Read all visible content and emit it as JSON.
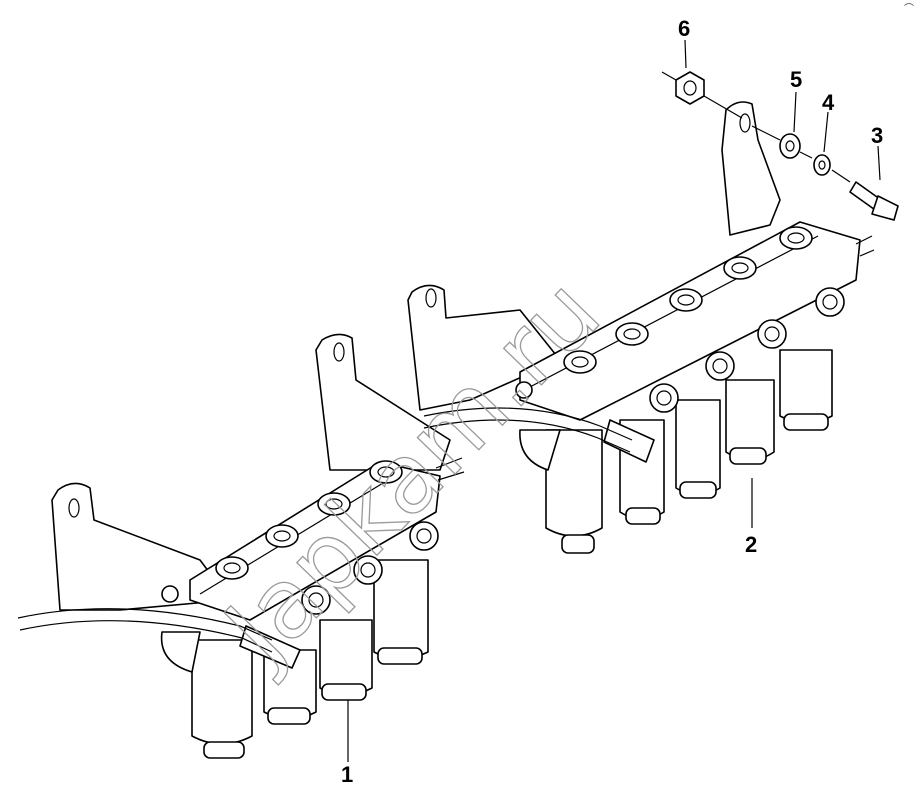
{
  "watermark": "Japkam.ru",
  "callouts": [
    {
      "id": "label-1",
      "text": "1"
    },
    {
      "id": "label-2",
      "text": "2"
    },
    {
      "id": "label-3",
      "text": "3"
    },
    {
      "id": "label-4",
      "text": "4"
    },
    {
      "id": "label-5",
      "text": "5"
    },
    {
      "id": "label-6",
      "text": "6"
    }
  ],
  "corner_mark": "⌒"
}
